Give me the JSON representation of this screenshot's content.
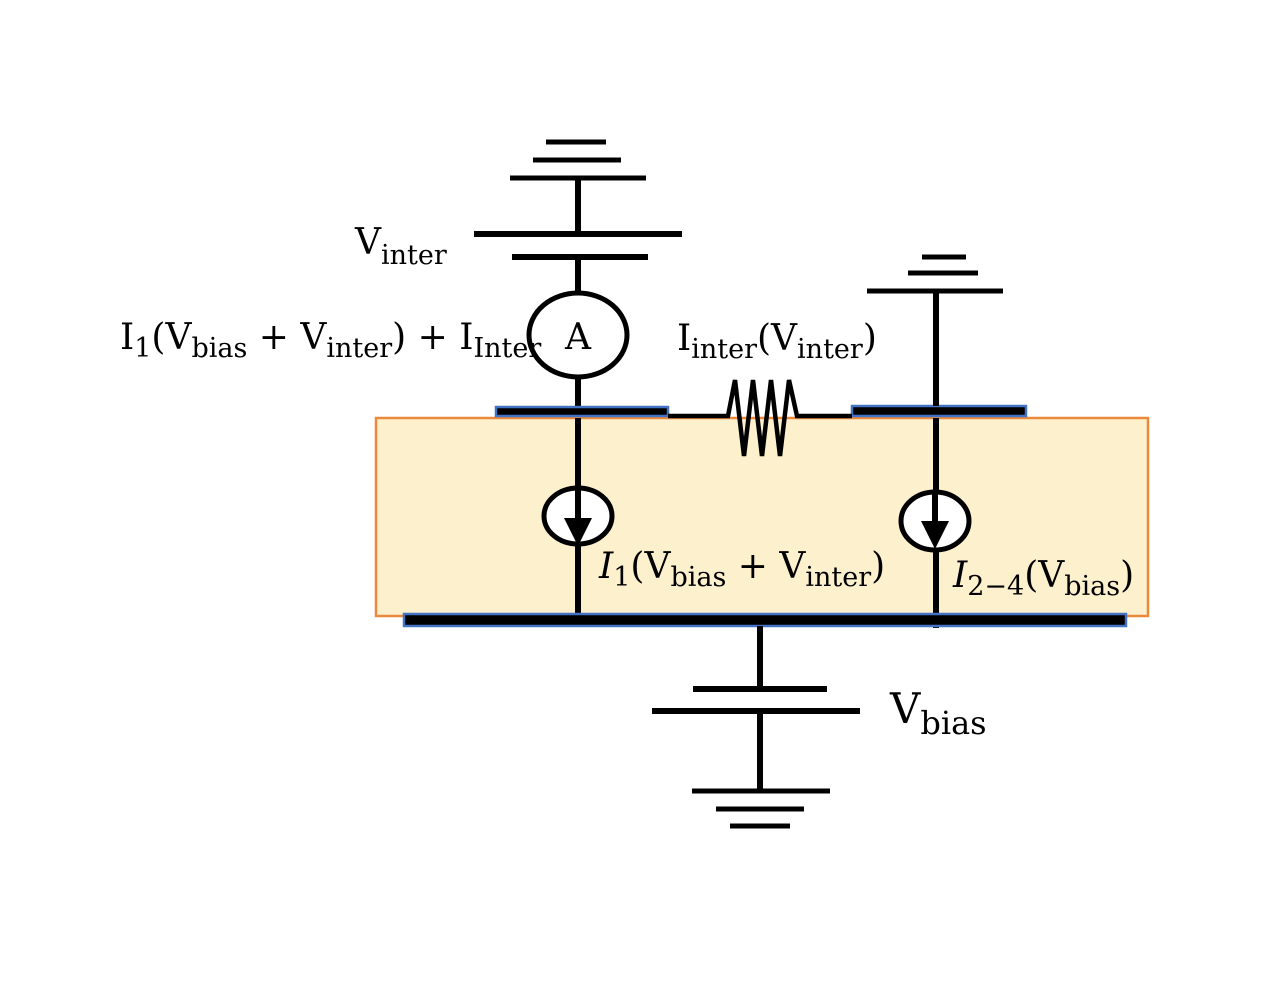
{
  "colors": {
    "substrate_fill": "#fdf0cd",
    "substrate_border": "#ec8a3c",
    "electrode_fill": "#000000",
    "electrode_border": "#4472c4",
    "wire": "#000000"
  },
  "icons": {
    "ground": "ground-symbol-icon",
    "battery": "dc-source-icon",
    "ammeter": "ammeter-icon",
    "resistor": "resistor-icon",
    "current_source": "current-source-icon"
  },
  "labels": {
    "vinter": {
      "main": "V",
      "sub": "inter"
    },
    "ammeter_letter": "A",
    "left_measured_current": {
      "I1": "I",
      "I1_sub": "1",
      "open": "(V",
      "bias": "bias",
      "plus": " + V",
      "inter": "inter",
      "close": ") + I",
      "Inter": "Inter"
    },
    "inter_current": {
      "I": "I",
      "I_sub": "inter",
      "open": "(V",
      "V_sub": "inter",
      "close": ")"
    },
    "source1_current": {
      "I": "I",
      "I_sub": "1",
      "open": "(V",
      "bias": "bias",
      "plus": " + V",
      "inter": "inter",
      "close": ")"
    },
    "source2_current": {
      "I": "I",
      "I_sub": "2−4",
      "open": "(V",
      "bias": "bias",
      "close": ")"
    },
    "vbias": {
      "main": "V",
      "sub": "bias"
    }
  }
}
